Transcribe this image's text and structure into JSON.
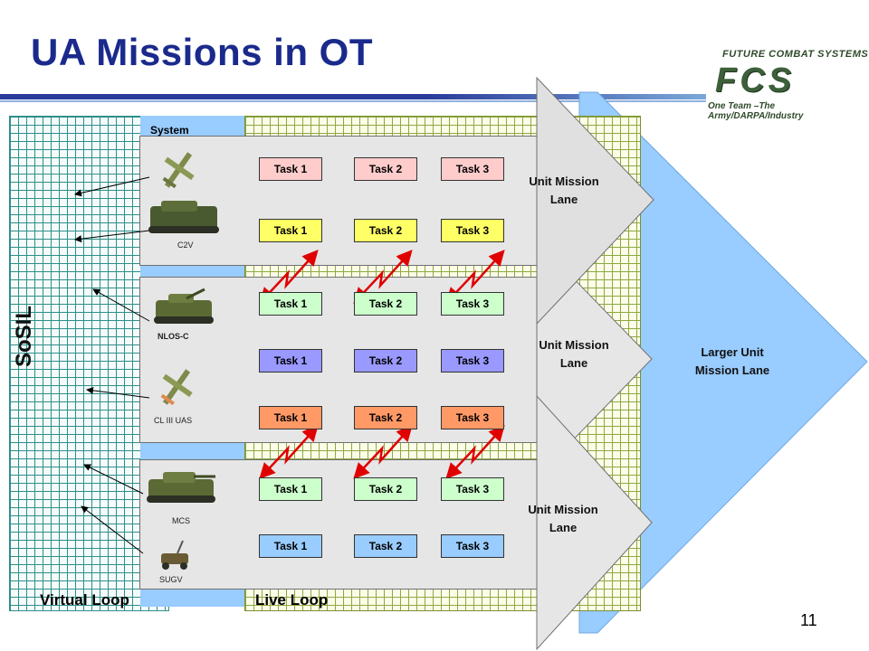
{
  "slide": {
    "title": "UA Missions in OT",
    "page_number": "11"
  },
  "logo": {
    "top_text": "FUTURE COMBAT SYSTEMS",
    "mark_text": "FCS",
    "tagline": "One Team –The Army/DARPA/Industry"
  },
  "loops": {
    "sosil": "SoSIL",
    "virtual": "Virtual Loop",
    "live": "Live Loop"
  },
  "systems": {
    "header": "System",
    "items": [
      {
        "icon": "uav-icon",
        "label": ""
      },
      {
        "icon": "tracked-vehicle-icon",
        "label": "C2V"
      },
      {
        "icon": "howitzer-icon",
        "label": "NLOS-C"
      },
      {
        "icon": "uav-icon",
        "label": "CL III UAS"
      },
      {
        "icon": "tank-icon",
        "label": "MCS"
      },
      {
        "icon": "robot-vehicle-icon",
        "label": "SUGV"
      }
    ]
  },
  "task_rows": [
    {
      "color": "#ffcccc",
      "tasks": [
        "Task 1",
        "Task 2",
        "Task 3"
      ]
    },
    {
      "color": "#ffff66",
      "tasks": [
        "Task 1",
        "Task 2",
        "Task 3"
      ]
    },
    {
      "color": "#ccffcc",
      "tasks": [
        "Task 1",
        "Task 2",
        "Task 3"
      ]
    },
    {
      "color": "#9999ff",
      "tasks": [
        "Task 1",
        "Task 2",
        "Task 3"
      ]
    },
    {
      "color": "#ff9966",
      "tasks": [
        "Task 1",
        "Task 2",
        "Task 3"
      ]
    },
    {
      "color": "#ccffcc",
      "tasks": [
        "Task 1",
        "Task 2",
        "Task 3"
      ]
    },
    {
      "color": "#99ccff",
      "tasks": [
        "Task 1",
        "Task 2",
        "Task 3"
      ]
    }
  ],
  "lanes": {
    "unit_1": "Unit Mission Lane",
    "unit_2": "Unit Mission Lane",
    "unit_3": "Unit Mission Lane",
    "larger": "Larger Unit Mission Lane"
  },
  "colors": {
    "title": "#1a2a8c",
    "larger_lane_fill": "#99ccff",
    "unit_lane_fill": "#e6e6e6",
    "link_arrow": "#e00000"
  }
}
